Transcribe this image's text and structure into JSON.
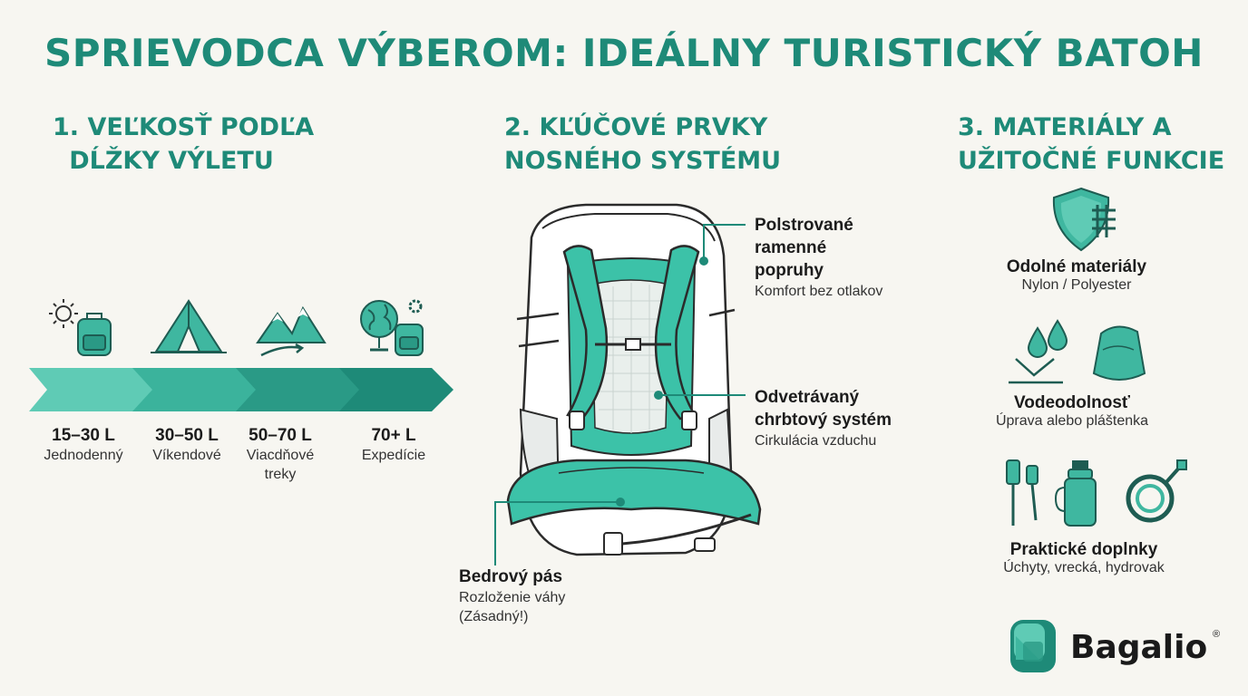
{
  "title": "SPRIEVODCA VÝBEROM: IDEÁLNY TURISTICKÝ BATOH",
  "sections": [
    {
      "line1": "1. VEĽKOSŤ PODĽA",
      "line2": "DĹŽKY VÝLETU"
    },
    {
      "line1": "2. KĽÚČOVÉ PRVKY",
      "line2": "NOSNÉHO SYSTÉMU"
    },
    {
      "line1": "3. MATERIÁLY A",
      "line2": "UŽITOČNÉ FUNKCIE"
    }
  ],
  "sizes": [
    {
      "value": "15–30 L",
      "desc": "Jednodenný",
      "icon": "sun-backpack-icon"
    },
    {
      "value": "30–50 L",
      "desc": "Víkendové",
      "icon": "tent-icon"
    },
    {
      "value": "50–70 L",
      "desc": "Viacdňové treky",
      "icon": "mountains-icon"
    },
    {
      "value": "70+ L",
      "desc": "Expedície",
      "icon": "globe-backpack-icon"
    }
  ],
  "callouts": {
    "shoulder": {
      "title": "Polstrované ramenné popruhy",
      "sub": "Komfort bez otlakov"
    },
    "back": {
      "title": "Odvetrávaný chrbtový systém",
      "sub": "Cirkulácia vzduchu"
    },
    "hip": {
      "title": "Bedrový pás",
      "sub": "Rozloženie váhy (Zásadný!)"
    }
  },
  "features": [
    {
      "title": "Odolné materiály",
      "sub": "Nylon / Polyester",
      "icon": "shield-fabric-icon"
    },
    {
      "title": "Vodeodolnosť",
      "sub": "Úprava alebo pláštenka",
      "icon": "water-drop-icon"
    },
    {
      "title": "Praktické doplnky",
      "sub": "Úchyty, vrecká, hydrovak",
      "icon": "accessories-icon"
    }
  ],
  "brand": {
    "name": "Bagalio",
    "mark": "®"
  },
  "colors": {
    "accent": "#1e8a78",
    "accent_light": "#3fc0a8",
    "background": "#f7f6f1"
  }
}
